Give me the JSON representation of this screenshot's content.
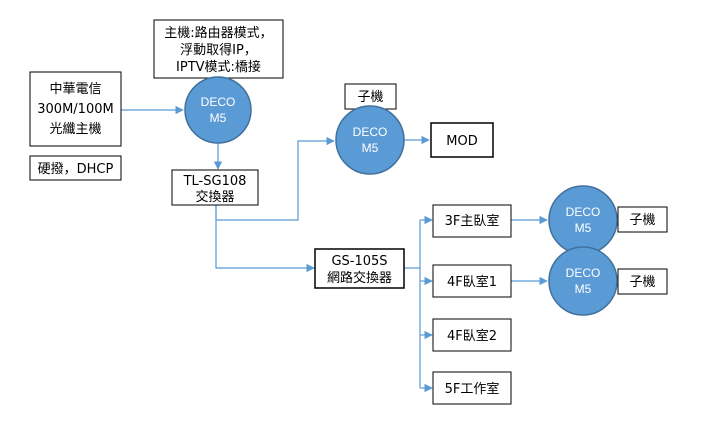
{
  "nodes": {
    "cht_modem": {
      "lines": [
        "中華電信",
        "300M/100M",
        "光纖主機"
      ]
    },
    "dialup_note": {
      "text": "硬撥，DHCP"
    },
    "main_note": {
      "lines": [
        "主機:路由器模式，",
        "浮動取得IP，",
        "IPTV模式:橋接"
      ]
    },
    "deco_main": {
      "lines": [
        "DECO",
        "M5"
      ]
    },
    "tl_switch": {
      "lines": [
        "TL-SG108",
        "交換器"
      ]
    },
    "child_label_top": {
      "text": "子機"
    },
    "deco_child_top": {
      "lines": [
        "DECO",
        "M5"
      ]
    },
    "mod_box": {
      "text": "MOD"
    },
    "gs_switch": {
      "lines": [
        "GS-105S",
        "網路交換器"
      ]
    },
    "room_3f_master": {
      "text": "3F主臥室"
    },
    "room_4f_1": {
      "text": "4F臥室1"
    },
    "room_4f_2": {
      "text": "4F臥室2"
    },
    "room_5f_work": {
      "text": "5F工作室"
    },
    "deco_3f": {
      "lines": [
        "DECO",
        "M5"
      ]
    },
    "deco_4f": {
      "lines": [
        "DECO",
        "M5"
      ]
    },
    "child_label_3f": {
      "text": "子機"
    },
    "child_label_4f": {
      "text": "子機"
    }
  },
  "colors": {
    "deco_fill": "#5b9bd5",
    "deco_stroke": "#41719c",
    "connector": "#5b9bd5",
    "box_stroke": "#000000"
  }
}
